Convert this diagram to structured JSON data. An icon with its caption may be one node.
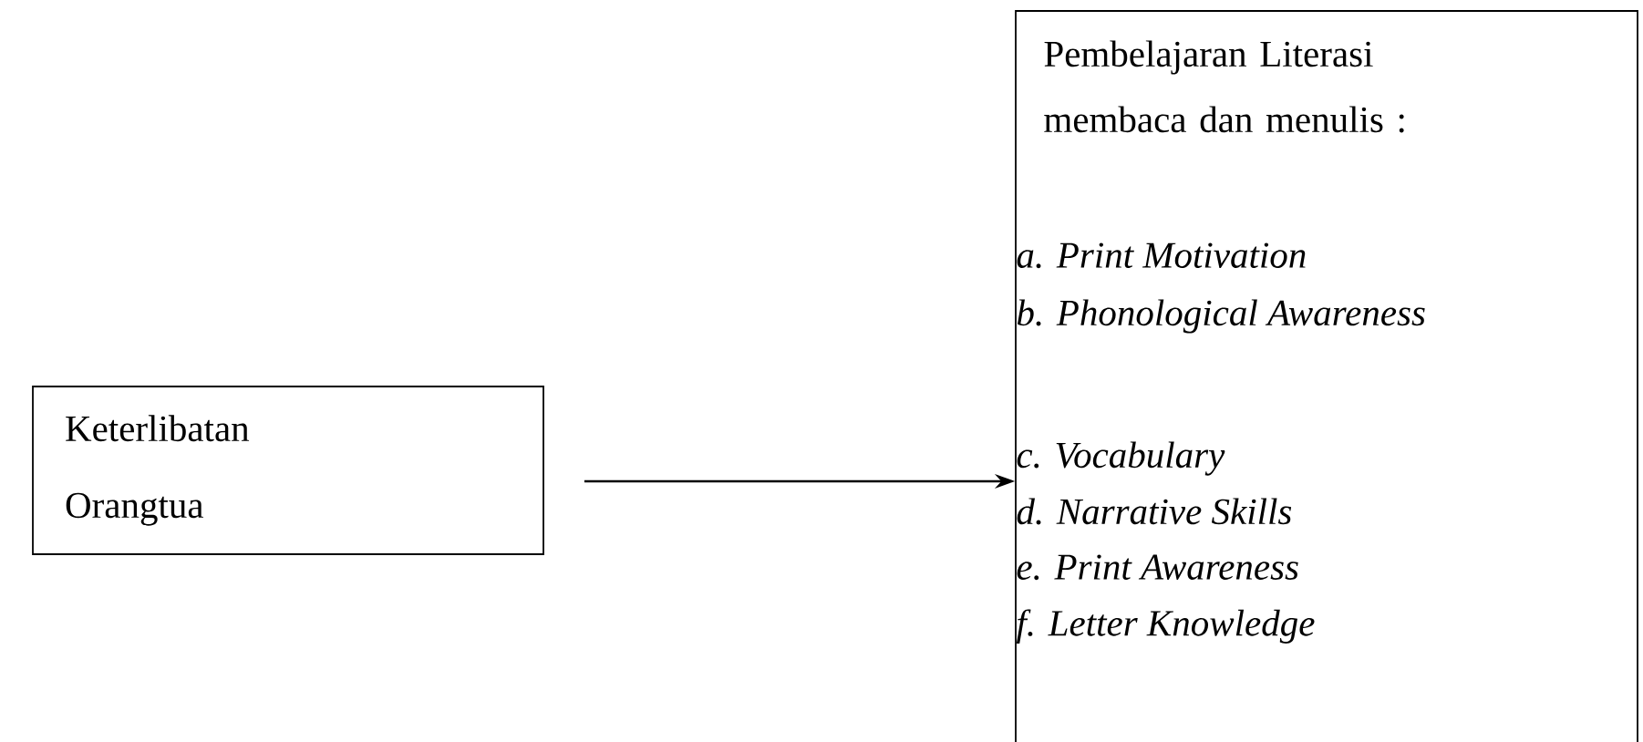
{
  "diagram": {
    "nodes": [
      {
        "text": [
          "Keterlibatan Orangtua"
        ]
      },
      {
        "text": [
          "Pembelajaran Literasi membaca dan menulis :",
          "a. Print Motivation",
          "b. Phonological Awareness",
          "c. Vocabulary",
          "d. Narrative Skills",
          "e. Print Awareness",
          "f. Letter Knowledge"
        ]
      }
    ],
    "edges": [
      {
        "from": 0,
        "to": 1,
        "arrow": "to"
      }
    ]
  }
}
